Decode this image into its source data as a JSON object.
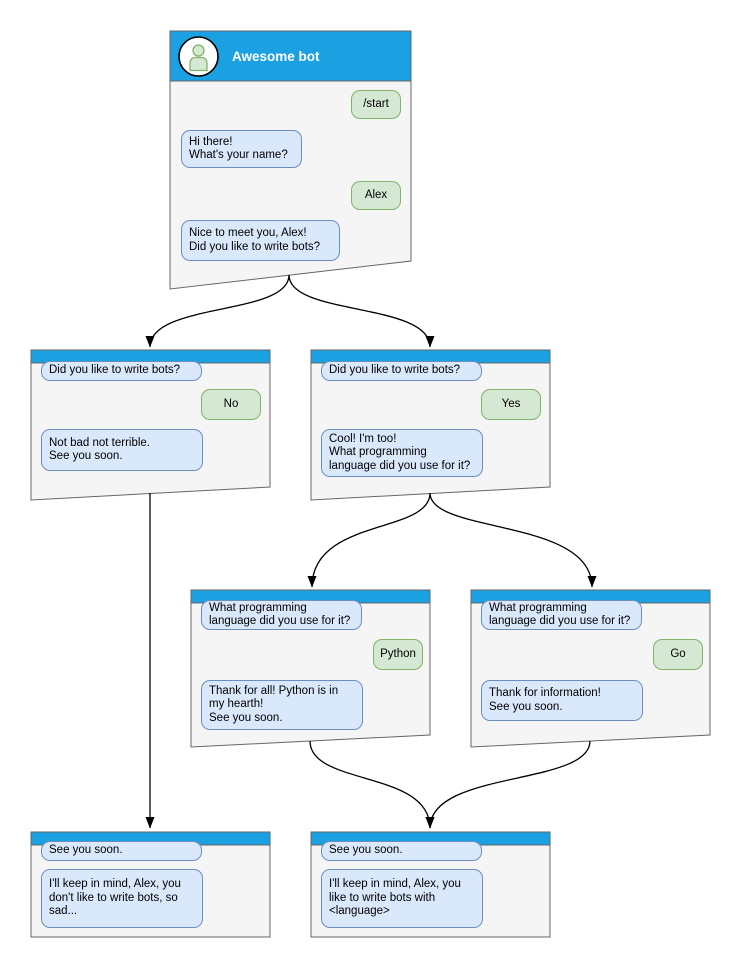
{
  "diagram": {
    "bot_name": "Awesome bot",
    "colors": {
      "header_blue": "#1ba1e2",
      "window_fill": "#f5f5f5",
      "window_border": "#666666",
      "bot_bubble_fill": "#dae8fc",
      "bot_bubble_border": "#6c8ebf",
      "user_bubble_fill": "#d5e8d4",
      "user_bubble_border": "#82b366",
      "connector": "#000000"
    },
    "windows": [
      {
        "name": "main",
        "title": "Awesome bot",
        "messages": [
          {
            "from": "user",
            "text": "/start"
          },
          {
            "from": "bot",
            "text": "Hi there!\nWhat's your name?"
          },
          {
            "from": "user",
            "text": "Alex"
          },
          {
            "from": "bot",
            "text": "Nice to meet you, Alex!\nDid you like to write bots?"
          }
        ]
      },
      {
        "name": "branch-no",
        "messages": [
          {
            "from": "bot",
            "text": "Did you like to write bots?"
          },
          {
            "from": "user",
            "text": "No"
          },
          {
            "from": "bot",
            "text": "Not bad not terrible.\nSee you soon."
          }
        ]
      },
      {
        "name": "branch-yes",
        "messages": [
          {
            "from": "bot",
            "text": "Did you like to write bots?"
          },
          {
            "from": "user",
            "text": "Yes"
          },
          {
            "from": "bot",
            "text": "Cool! I'm too!\nWhat programming\nlanguage did you use for it?"
          }
        ]
      },
      {
        "name": "branch-python",
        "messages": [
          {
            "from": "bot",
            "text": "What programming\nlanguage did you use for it?"
          },
          {
            "from": "user",
            "text": "Python"
          },
          {
            "from": "bot",
            "text": "Thank for all! Python is in\nmy hearth!\nSee you soon."
          }
        ]
      },
      {
        "name": "branch-go",
        "messages": [
          {
            "from": "bot",
            "text": "What programming\nlanguage did you use for it?"
          },
          {
            "from": "user",
            "text": "Go"
          },
          {
            "from": "bot",
            "text": "Thank for information!\nSee you soon."
          }
        ]
      },
      {
        "name": "end-no",
        "messages": [
          {
            "from": "bot",
            "text": "See you soon."
          },
          {
            "from": "bot",
            "text": "I'll keep in mind, Alex, you\ndon't like to write bots, so\nsad..."
          }
        ]
      },
      {
        "name": "end-yes",
        "messages": [
          {
            "from": "bot",
            "text": "See you soon."
          },
          {
            "from": "bot",
            "text": "I'll keep in mind, Alex, you\nlike to write bots with\n<language>"
          }
        ]
      }
    ]
  }
}
